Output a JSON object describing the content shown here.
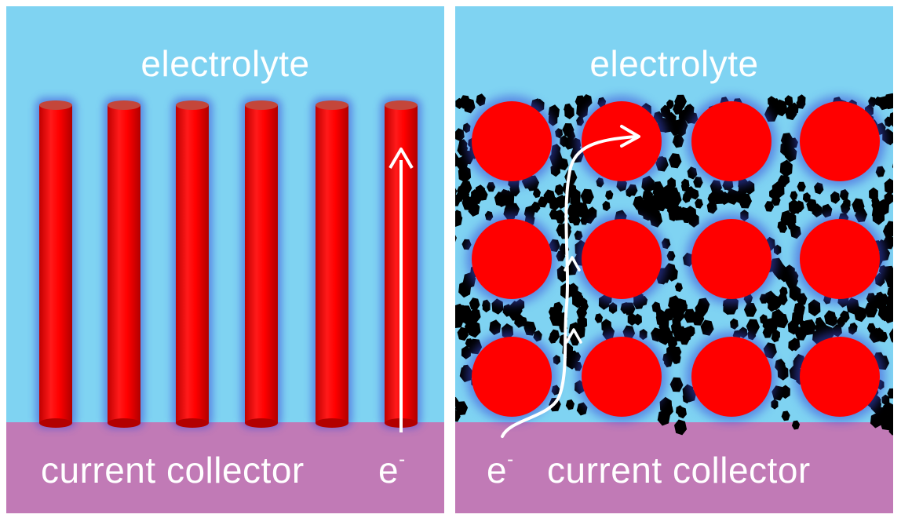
{
  "left_panel": {
    "electrolyte_label": "electrolyte",
    "collector_label": "current collector",
    "electron_label": "e",
    "electron_charge": "-"
  },
  "right_panel": {
    "electrolyte_label": "electrolyte",
    "collector_label": "current collector",
    "electron_label": "e",
    "electron_charge": "-"
  },
  "colors": {
    "electrolyte": "#7fd3f2",
    "collector": "#c17ab6",
    "active_material": "#ff0000",
    "conductive_additive": "#000000",
    "electron_path": "#ffffff"
  }
}
